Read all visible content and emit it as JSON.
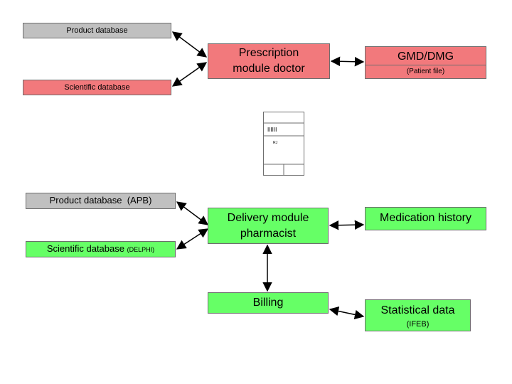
{
  "boxes": {
    "product_db_top": "Product database",
    "scientific_db_top": "Scientific database",
    "prescription_module": [
      "Prescription",
      "module doctor"
    ],
    "gmd_dmg": "GMD/DMG",
    "patient_file": "(Patient file)",
    "product_db_apb": "Product database  (APB)",
    "scientific_db_delphi": "Scientific database",
    "delphi": "(DELPHI)",
    "delivery_module": [
      "Delivery module",
      "pharmacist"
    ],
    "medication_history": "Medication history",
    "billing": "Billing",
    "statistical_data": "Statistical data",
    "ifeb": "(IFEB)"
  },
  "form_icon": {
    "barcode": "IIIIII",
    "mark": "RJ"
  },
  "colors": {
    "gray": "#c0c0c0",
    "pink": "#f2797c",
    "green": "#66ff66",
    "border": "#6e6e6e"
  },
  "connectors": [
    {
      "from": "product_db_top",
      "to": "prescription_module",
      "style": "double-arrow"
    },
    {
      "from": "scientific_db_top",
      "to": "prescription_module",
      "style": "double-arrow"
    },
    {
      "from": "prescription_module",
      "to": "gmd_dmg",
      "style": "double-arrow"
    },
    {
      "from": "product_db_apb",
      "to": "delivery_module",
      "style": "double-arrow"
    },
    {
      "from": "scientific_db_delphi",
      "to": "delivery_module",
      "style": "double-arrow"
    },
    {
      "from": "delivery_module",
      "to": "medication_history",
      "style": "double-arrow"
    },
    {
      "from": "delivery_module",
      "to": "billing",
      "style": "double-arrow"
    },
    {
      "from": "billing",
      "to": "statistical_data",
      "style": "double-arrow"
    }
  ]
}
